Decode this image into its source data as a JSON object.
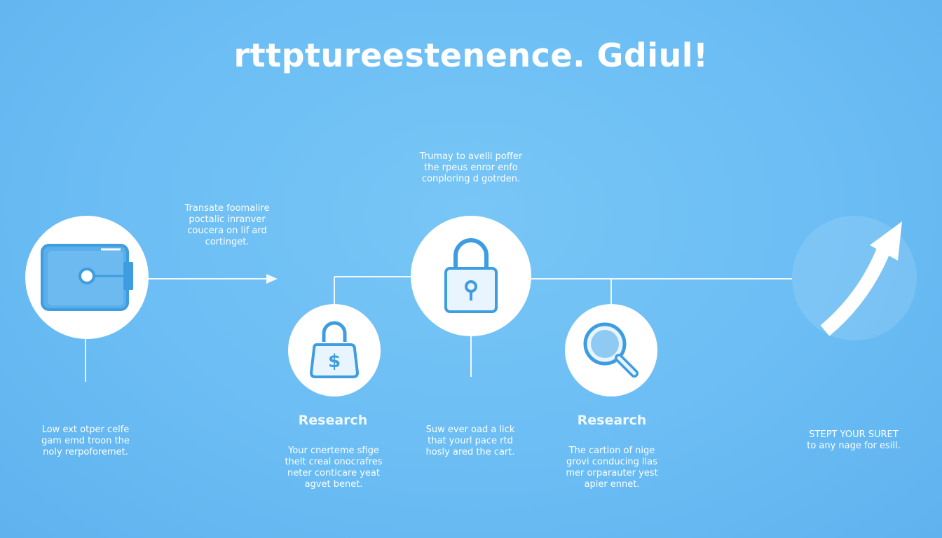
{
  "title": "rttptureestenence. Gdiul!",
  "notes": {
    "wallet_top": [
      "Transate foomalire",
      "poctalic inranver",
      "coucera on lif ard",
      "cortinget."
    ],
    "lock_top": [
      "Trumay to avelli poffer",
      "the rpeus enror enfo",
      "conploring d gotrden."
    ],
    "wallet_bottom": [
      "Low ext otper celfe",
      "gam emd troon the",
      "noly rerpoforemet."
    ],
    "moneybag_bottom": [
      "Your cnerteme sfige",
      "thelt creal onocrafres",
      "neter conticare yeat",
      "agvet benet."
    ],
    "lock_bottom": [
      "Suw ever oad a lick",
      "that yourl pace rtd",
      "hosly ared the cart."
    ],
    "search_bottom": [
      "The cartion of nige",
      "grovi conducing llas",
      "mer orparauter yest",
      "apier ennet."
    ],
    "arrow_bottom": [
      "STEPT YOUR SURET",
      "to any nage for esill."
    ]
  },
  "headings": {
    "moneybag": "Research",
    "search": "Research"
  },
  "colors": {
    "background": "#6bbdf4",
    "icon_stroke": "#3d9de0",
    "icon_fill": "#e8f4fe",
    "line": "#ffffff"
  },
  "icons": [
    "wallet-icon",
    "money-bag-icon",
    "padlock-icon",
    "magnifier-icon",
    "growth-arrow-icon"
  ]
}
